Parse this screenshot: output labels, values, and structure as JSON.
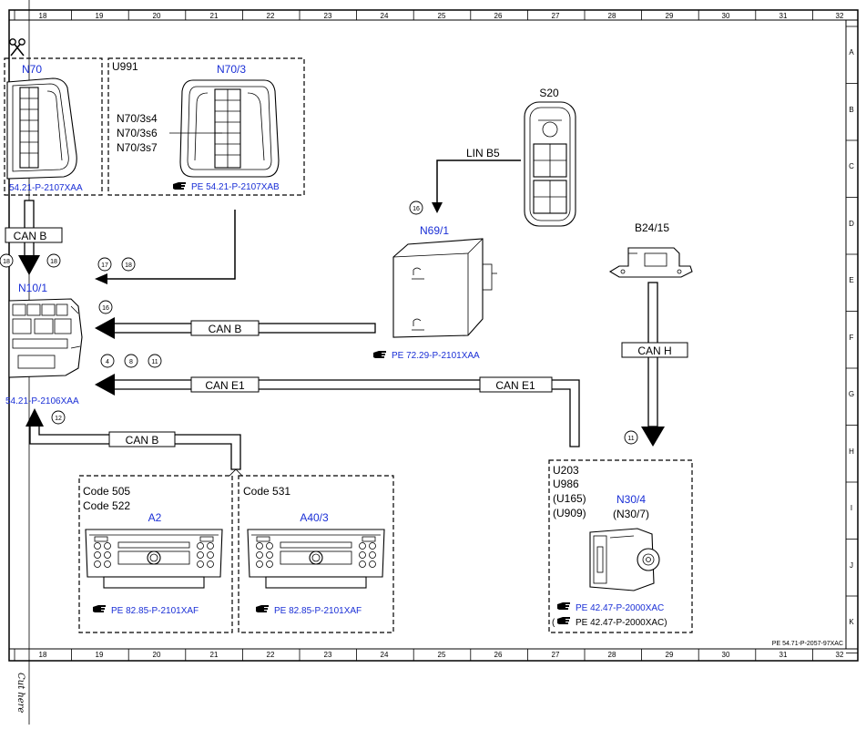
{
  "frame": {
    "columns": [
      "18",
      "19",
      "20",
      "21",
      "22",
      "23",
      "24",
      "25",
      "26",
      "27",
      "28",
      "29",
      "30",
      "31",
      "32"
    ],
    "rows": [
      "A",
      "B",
      "C",
      "D",
      "E",
      "F",
      "G",
      "H",
      "I",
      "J",
      "K"
    ],
    "sheet_ref": "PE 54.71-P-2057-97XAC",
    "cut_text": "Cut here"
  },
  "components": {
    "n70": {
      "name": "N70",
      "ref": "54.21-P-2107XAA"
    },
    "n70_3": {
      "name": "N70/3",
      "code": "U991",
      "switches": [
        "N70/3s4",
        "N70/3s6",
        "N70/3s7"
      ],
      "ref": "PE 54.21-P-2107XAB"
    },
    "s20": {
      "name": "S20"
    },
    "n69_1": {
      "name": "N69/1",
      "ref": "PE 72.29-P-2101XAA",
      "pin": "16"
    },
    "b24_15": {
      "name": "B24/15"
    },
    "n10_1": {
      "name": "N10/1",
      "ref": "54.21-P-2106XAA"
    },
    "a2": {
      "name": "A2",
      "codes": [
        "Code 505",
        "Code 522"
      ],
      "ref": "PE 82.85-P-2101XAF"
    },
    "a40_3": {
      "name": "A40/3",
      "codes": [
        "Code 531"
      ],
      "ref": "PE 82.85-P-2101XAF"
    },
    "n30_4": {
      "name": "N30/4",
      "alt_name": "(N30/7)",
      "codes": [
        "U203",
        "U986",
        "(U165)",
        "(U909)"
      ],
      "refs": [
        "PE 42.47-P-2000XAC",
        "PE 42.47-P-2000XAC)"
      ],
      "pin": "11"
    }
  },
  "buses": {
    "lin_b5": "LIN B5",
    "can_b_top": "CAN B",
    "can_b_n69": "CAN B",
    "can_e1_left": "CAN E1",
    "can_e1_right": "CAN E1",
    "can_h": "CAN H",
    "can_b_bottom": "CAN B"
  },
  "pins": {
    "p17": "17",
    "p18_a": "18",
    "p18_b": "18",
    "p16": "16",
    "p4": "4",
    "p8": "8",
    "p11": "11",
    "p12": "12"
  },
  "icons": {
    "scissors": "scissors-icon",
    "reference": "pointing-hand-icon"
  },
  "colors": {
    "line": "#000000",
    "component_label": "#1a2fd6"
  }
}
